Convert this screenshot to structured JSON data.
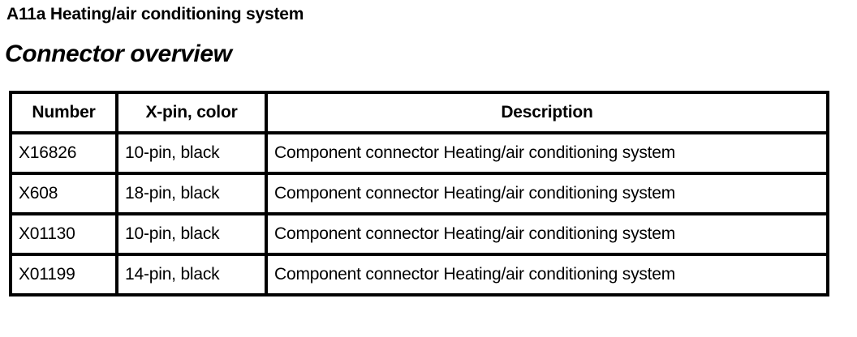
{
  "document": {
    "title": "A11a Heating/air conditioning system",
    "subtitle": "Connector overview"
  },
  "table": {
    "headers": {
      "number": "Number",
      "xpin_color": "X-pin, color",
      "description": "Description"
    },
    "rows": [
      {
        "number": "X16826",
        "xpin_color": "10-pin, black",
        "description": "Component connector Heating/air conditioning system"
      },
      {
        "number": "X608",
        "xpin_color": "18-pin, black",
        "description": "Component connector Heating/air conditioning system"
      },
      {
        "number": "X01130",
        "xpin_color": "10-pin, black",
        "description": "Component connector Heating/air conditioning system"
      },
      {
        "number": "X01199",
        "xpin_color": "14-pin, black",
        "description": "Component connector Heating/air conditioning system"
      }
    ]
  }
}
